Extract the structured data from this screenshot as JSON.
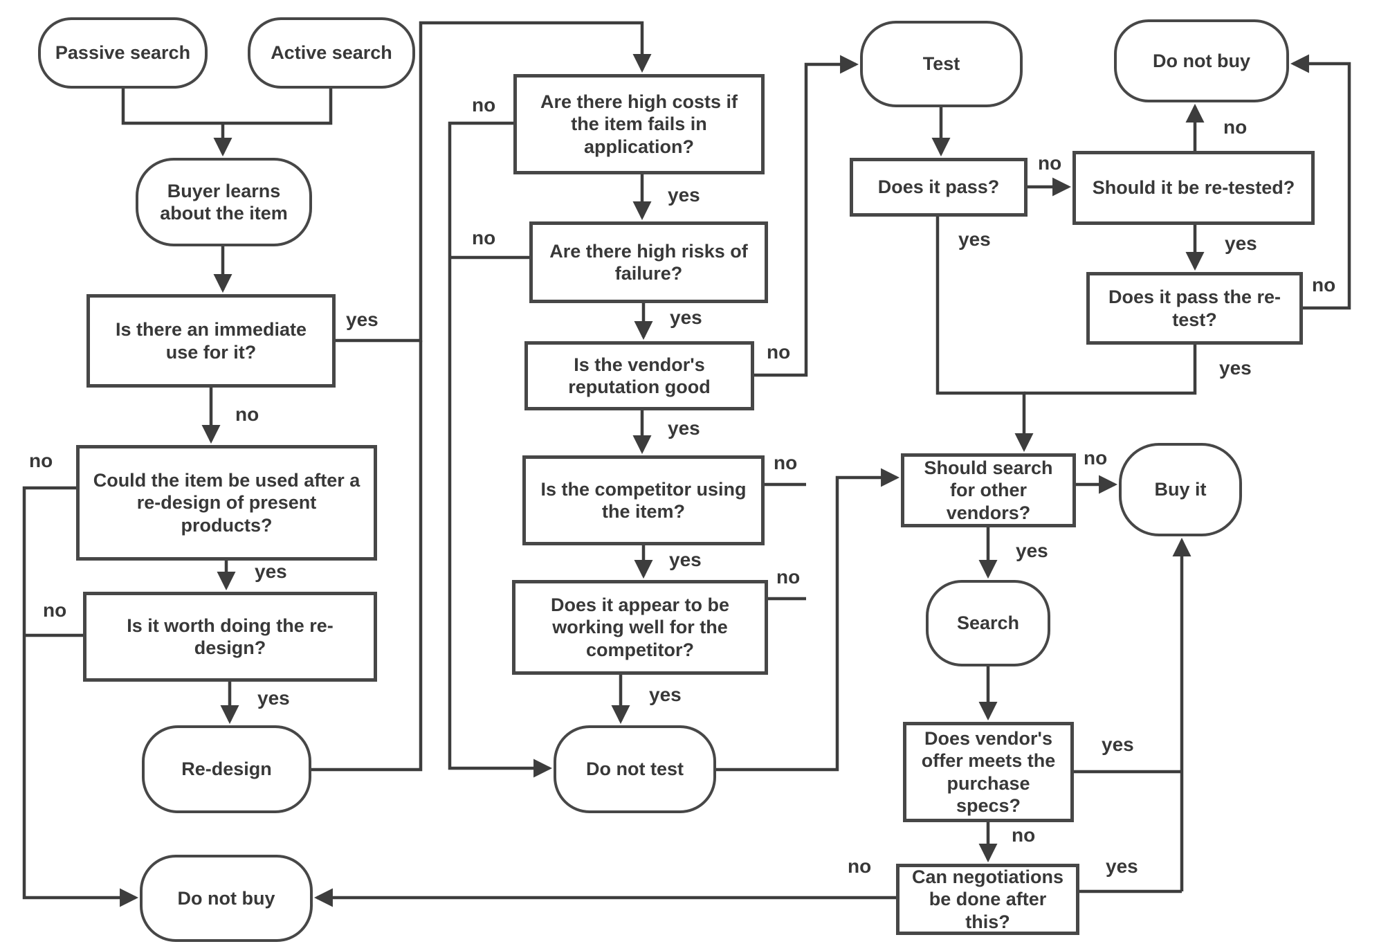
{
  "diagram": {
    "description": "Industrial buying decision flowchart",
    "colors": {
      "line": "#3d3d3d",
      "box_border": "#474747",
      "text": "#383838",
      "background": "#ffffff"
    },
    "nodes": {
      "passive_search": {
        "label": "Passive search",
        "shape": "stadium"
      },
      "active_search": {
        "label": "Active search",
        "shape": "stadium"
      },
      "buyer_learns": {
        "label": "Buyer learns about the item",
        "shape": "stadium"
      },
      "immediate_use": {
        "label": "Is there an immediate use for it?",
        "shape": "decision"
      },
      "could_redesign": {
        "label": "Could the item be used after a re-design of present products?",
        "shape": "decision"
      },
      "worth_redesign": {
        "label": "Is it worth doing the re-design?",
        "shape": "decision"
      },
      "redesign": {
        "label": "Re-design",
        "shape": "stadium"
      },
      "do_not_buy_bottom": {
        "label": "Do not buy",
        "shape": "stadium"
      },
      "high_costs": {
        "label": "Are there high costs if the item fails in application?",
        "shape": "decision"
      },
      "high_risks": {
        "label": "Are there high risks of failure?",
        "shape": "decision"
      },
      "vendor_reputation": {
        "label": "Is the vendor's reputation good",
        "shape": "decision"
      },
      "competitor_using": {
        "label": "Is the competitor using the item?",
        "shape": "decision"
      },
      "working_well": {
        "label": "Does it appear to be working well for the competitor?",
        "shape": "decision"
      },
      "do_not_test": {
        "label": "Do not test",
        "shape": "stadium"
      },
      "test": {
        "label": "Test",
        "shape": "stadium"
      },
      "does_it_pass": {
        "label": "Does it pass?",
        "shape": "decision"
      },
      "retested": {
        "label": "Should it be re-tested?",
        "shape": "decision"
      },
      "do_not_buy_top": {
        "label": "Do not buy",
        "shape": "stadium"
      },
      "retest_pass": {
        "label": "Does it pass the re-test?",
        "shape": "decision"
      },
      "should_search": {
        "label": "Should search for other vendors?",
        "shape": "decision"
      },
      "buy_it": {
        "label": "Buy it",
        "shape": "stadium"
      },
      "search": {
        "label": "Search",
        "shape": "stadium"
      },
      "vendor_offer": {
        "label": "Does vendor's offer meets the purchase specs?",
        "shape": "decision"
      },
      "negotiations": {
        "label": "Can negotiations be done after this?",
        "shape": "decision"
      }
    },
    "edges": [
      {
        "from": "passive_search",
        "to": "buyer_learns",
        "label": ""
      },
      {
        "from": "active_search",
        "to": "buyer_learns",
        "label": ""
      },
      {
        "from": "buyer_learns",
        "to": "immediate_use",
        "label": ""
      },
      {
        "from": "immediate_use",
        "to": "high_costs",
        "label": "yes"
      },
      {
        "from": "immediate_use",
        "to": "could_redesign",
        "label": "no"
      },
      {
        "from": "could_redesign",
        "to": "do_not_buy_bottom",
        "label": "no"
      },
      {
        "from": "could_redesign",
        "to": "worth_redesign",
        "label": "yes"
      },
      {
        "from": "worth_redesign",
        "to": "do_not_buy_bottom",
        "label": "no"
      },
      {
        "from": "worth_redesign",
        "to": "redesign",
        "label": "yes"
      },
      {
        "from": "redesign",
        "to": "high_costs",
        "label": ""
      },
      {
        "from": "high_costs",
        "to": "do_not_test",
        "label": "no"
      },
      {
        "from": "high_costs",
        "to": "high_risks",
        "label": "yes"
      },
      {
        "from": "high_risks",
        "to": "do_not_test",
        "label": "no"
      },
      {
        "from": "high_risks",
        "to": "vendor_reputation",
        "label": "yes"
      },
      {
        "from": "vendor_reputation",
        "to": "test",
        "label": "no"
      },
      {
        "from": "vendor_reputation",
        "to": "competitor_using",
        "label": "yes"
      },
      {
        "from": "competitor_using",
        "to": "test",
        "label": "no"
      },
      {
        "from": "competitor_using",
        "to": "working_well",
        "label": "yes"
      },
      {
        "from": "working_well",
        "to": "test",
        "label": "no"
      },
      {
        "from": "working_well",
        "to": "do_not_test",
        "label": "yes"
      },
      {
        "from": "do_not_test",
        "to": "should_search",
        "label": ""
      },
      {
        "from": "test",
        "to": "does_it_pass",
        "label": ""
      },
      {
        "from": "does_it_pass",
        "to": "retested",
        "label": "no"
      },
      {
        "from": "does_it_pass",
        "to": "should_search",
        "label": "yes"
      },
      {
        "from": "retested",
        "to": "do_not_buy_top",
        "label": "no"
      },
      {
        "from": "retested",
        "to": "retest_pass",
        "label": "yes"
      },
      {
        "from": "retest_pass",
        "to": "do_not_buy_top",
        "label": "no"
      },
      {
        "from": "retest_pass",
        "to": "should_search",
        "label": "yes"
      },
      {
        "from": "should_search",
        "to": "buy_it",
        "label": "no"
      },
      {
        "from": "should_search",
        "to": "search",
        "label": "yes"
      },
      {
        "from": "search",
        "to": "vendor_offer",
        "label": ""
      },
      {
        "from": "vendor_offer",
        "to": "buy_it",
        "label": "yes"
      },
      {
        "from": "vendor_offer",
        "to": "negotiations",
        "label": "no"
      },
      {
        "from": "negotiations",
        "to": "buy_it",
        "label": "yes"
      },
      {
        "from": "negotiations",
        "to": "do_not_buy_bottom",
        "label": "no"
      }
    ]
  }
}
